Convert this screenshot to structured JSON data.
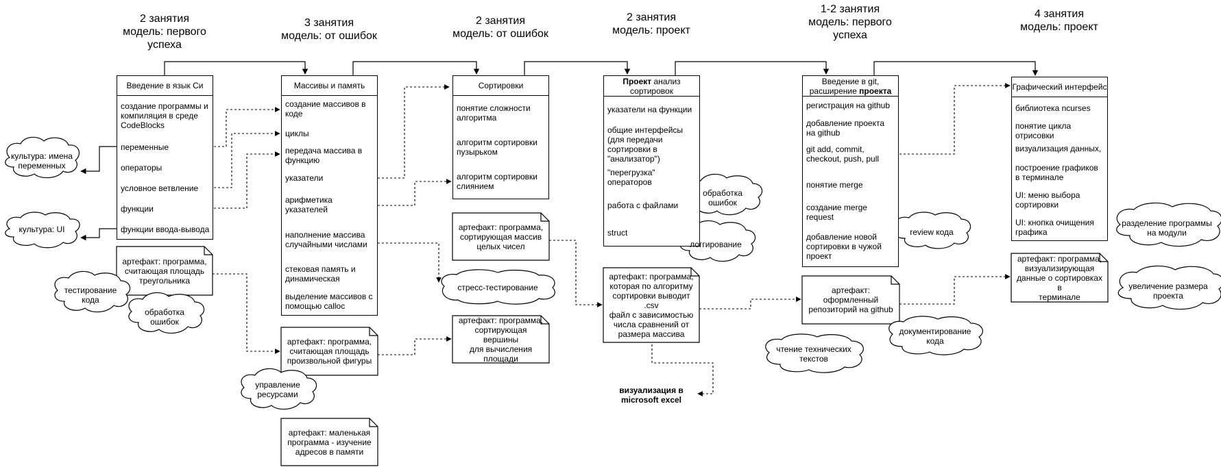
{
  "headers": {
    "h1": "2 занятия\nмодель: первого\nуспеха",
    "h2": "3 занятия\nмодель: от ошибок",
    "h3": "2 занятия\nмодель: от ошибок",
    "h4": "2 занятия\nмодель: проект",
    "h5": "1-2 занятия\nмодель: первого\nуспеха",
    "h6": "4 занятия\nмодель: проект"
  },
  "boxes": {
    "c": {
      "title": "Введение в язык Си",
      "items": [
        "создание программы и\nкомпиляция в среде\nCodeBlocks",
        "переменные",
        "операторы",
        "условное ветвление",
        "функции",
        "функции ввода-вывода"
      ]
    },
    "arrays": {
      "title": "Массивы и память",
      "items": [
        "создание массивов в\nкоде",
        "циклы",
        "передача массива в\nфункцию",
        "указатели",
        "арифметика\nуказателей",
        "наполнение массива\nслучайными числами",
        "стековая память и\nдинамическая",
        "выделение массивов с\nпомощью calloc"
      ]
    },
    "sort": {
      "title": "Сортировки",
      "items": [
        "понятие сложности\nалгоритма",
        "алгоритм сортировки\nпузырьком",
        "алгоритм сортировки\nслиянием"
      ]
    },
    "project": {
      "title_bold": "Проект",
      "title_rest": " анализ\nсортировок",
      "items": [
        "указатели на функции",
        "общие интерфейсы\n(для передачи\nсортировки в\n\"анализатор\")",
        "\"перегрузка\"\nоператоров",
        "работа с файлами",
        "struct"
      ]
    },
    "git": {
      "title_rest": "Введение в git,\nрасширение ",
      "title_bold": "проекта",
      "items": [
        "регистрация на github",
        "добавление проекта\nна github",
        "git add, commit,\ncheckout, push, pull",
        "понятие merge",
        "создание merge\nrequest",
        "добавление новой\nсортировки в чужой\nпроект"
      ]
    },
    "gui": {
      "title": "Графический интерфейс",
      "items": [
        "библиотека ncurses",
        "понятие цикла\nотрисовки",
        "визуализация данных,",
        "построение графиков\nв терминале",
        "UI: меню выбора\nсортировки",
        "UI: кнопка очищения\nграфика"
      ]
    }
  },
  "artifacts": {
    "a1": "артефакт: программа,\nсчитающая площадь\nтреугольника",
    "a2": "артефакт: программа,\nсчитающая площадь\nпроизвольной фигуры",
    "a3": "артефакт: маленькая\nпрограмма - изучение\nадресов в памяти",
    "a4": "артефакт: программа,\nсортирующая массив\nцелых чисел",
    "a5": "артефакт: программа,\nсортирующая вершины\nдля вычисления\nплощади",
    "a6": "артефакт: программа,\nкоторая по алгоритму\nсортировки выводит .csv\nфайл с зависимостью\nчисла сравнений от\nразмера массива",
    "a7": "артефакт:\nоформленный\nрепозиторий на github",
    "a8": "артефакт: программа,\nвизуализирующая\nданные о сортировках в\nтерминале"
  },
  "clouds": {
    "k1": "культура: имена\nпеременных",
    "k2": "культура: UI",
    "k3": "тестирование\nкода",
    "k4": "обработка\nошибок",
    "k5": "управление\nресурсами",
    "k6": "стресс-тестирование",
    "k7": "обработка\nошибок",
    "k8": "логгирование",
    "k9": "review кода",
    "k10": "чтение технических\nтекстов",
    "k11": "документирование\nкода",
    "k12": "разделение программы\nна модули",
    "k13": "увеличение размера\nпроекта"
  },
  "free_text": {
    "excel": "визуализация в\nmicrosoft excel"
  }
}
